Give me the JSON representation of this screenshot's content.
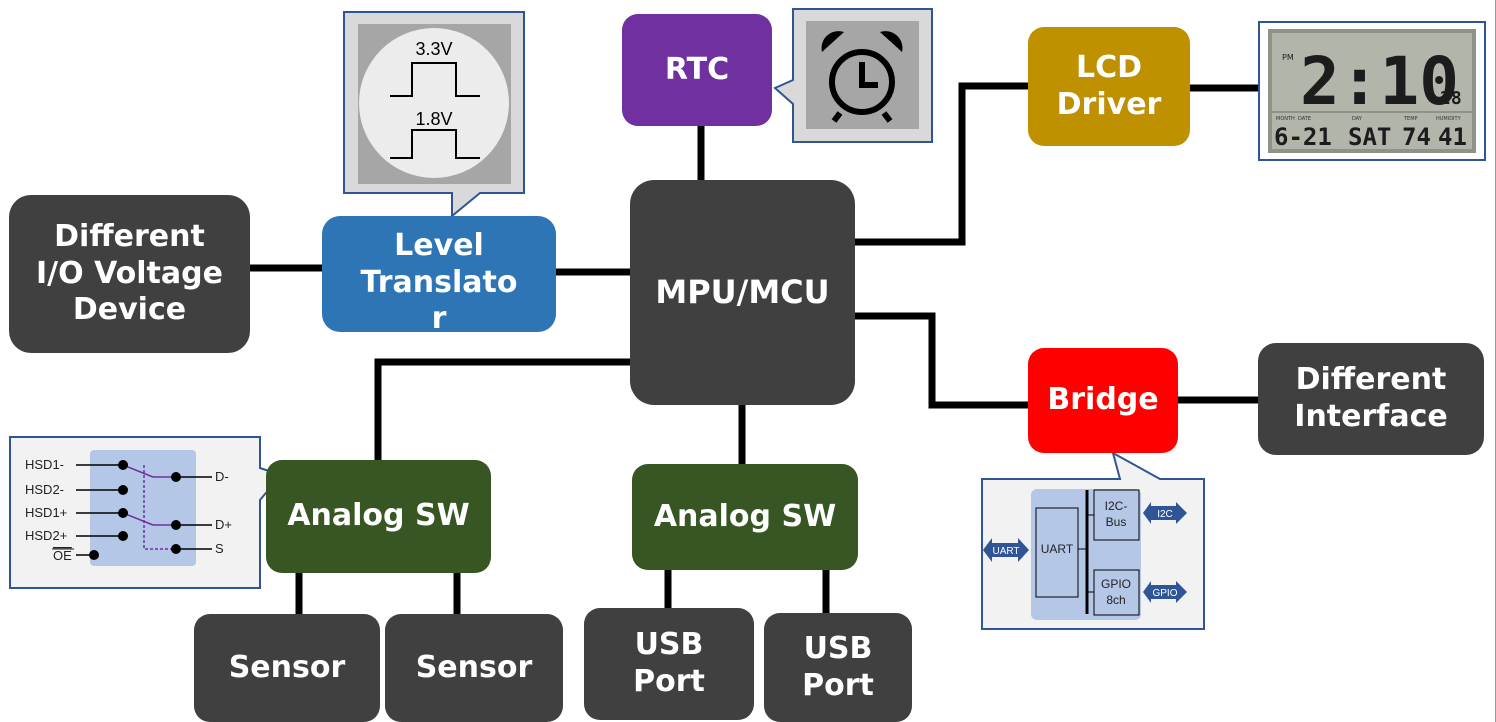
{
  "blocks": {
    "mpu": "MPU/MCU",
    "rtc": "RTC",
    "lcd_driver": [
      "LCD",
      "Driver"
    ],
    "level_translator": [
      "Level",
      "Translato",
      "r"
    ],
    "io_device": [
      "Different",
      "I/O Voltage",
      "Device"
    ],
    "bridge": "Bridge",
    "different_interface": [
      "Different",
      "Interface"
    ],
    "analog_sw_left": "Analog SW",
    "analog_sw_right": "Analog SW",
    "sensor_1": "Sensor",
    "sensor_2": "Sensor",
    "usb_port_1": [
      "USB",
      "Port"
    ],
    "usb_port_2": [
      "USB",
      "Port"
    ]
  },
  "level_callout": {
    "high": "3.3V",
    "low": "1.8V"
  },
  "lcd_display": {
    "time": "2:10",
    "seconds": "28",
    "am_pm": "PM",
    "date": "6-21",
    "day": "SAT",
    "temp": "74",
    "humidity": "41",
    "labels": [
      "MONTH",
      "DATE",
      "DAY",
      "TEMP",
      "HUMIDITY"
    ]
  },
  "switch_callout": {
    "inputs": [
      "HSD1-",
      "HSD2-",
      "HSD1+",
      "HSD2+",
      "OE"
    ],
    "outputs": [
      "D-",
      "D+",
      "S"
    ]
  },
  "bridge_callout": {
    "uart_arrow": "UART",
    "uart_block": "UART",
    "i2c_block": [
      "I2C-",
      "Bus"
    ],
    "gpio_block": [
      "GPIO",
      "8ch"
    ],
    "i2c_arrow": "I2C",
    "gpio_arrow": "GPIO"
  },
  "colors": {
    "dark": "#404040",
    "green": "#375623",
    "blue": "#2e75b6",
    "purple": "#7030a0",
    "gold": "#bf9000",
    "red": "#ff0000"
  }
}
